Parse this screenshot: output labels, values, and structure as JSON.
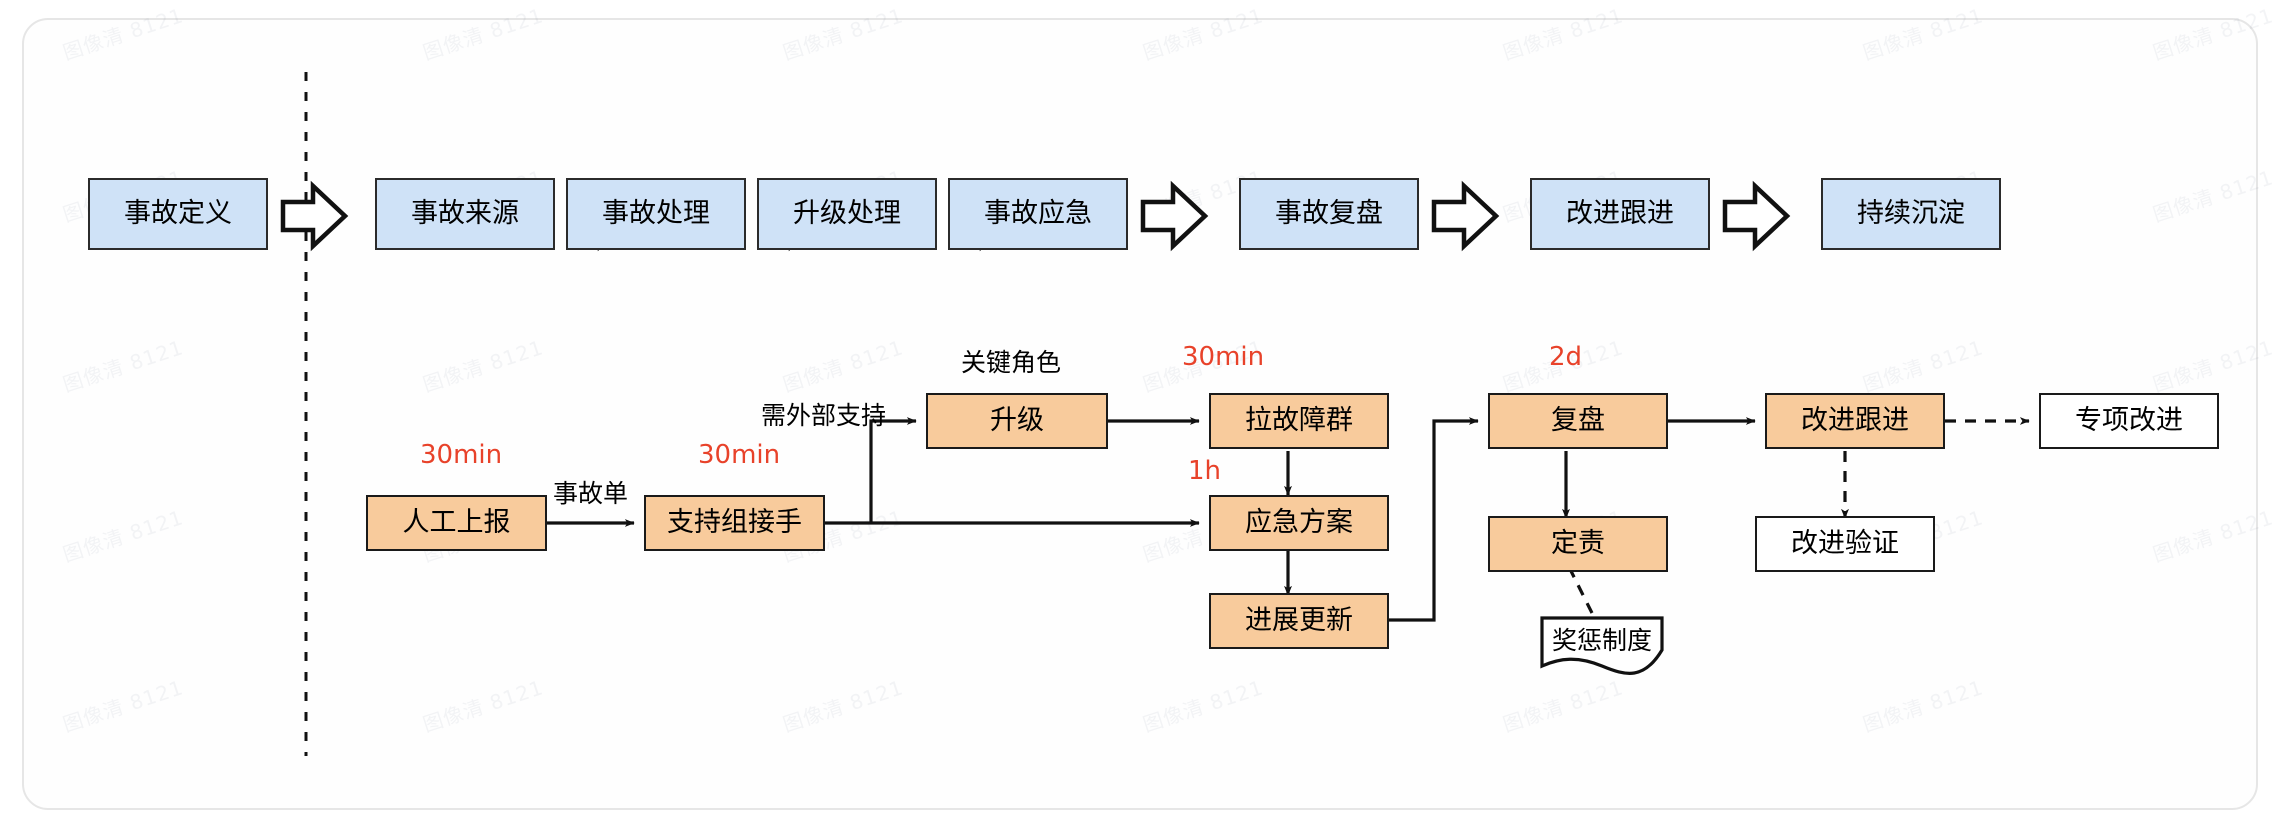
{
  "diagram": {
    "title": "",
    "colors": {
      "blue_fill": "#cfe2f7",
      "orange_fill": "#f8cb9c",
      "white_fill": "#ffffff",
      "stroke": "#1a1a1a",
      "time_label": "#e8422a",
      "card_border": "#e6e6e6"
    },
    "watermark_text": "图像清 8121"
  },
  "phase_row": {
    "name": "incident-lifecycle-phases",
    "items": [
      {
        "label": "事故定义"
      },
      {
        "label": "事故来源"
      },
      {
        "label": "事故处理"
      },
      {
        "label": "升级处理"
      },
      {
        "label": "事故应急"
      },
      {
        "label": "事故复盘"
      },
      {
        "label": "改进跟进"
      },
      {
        "label": "持续沉淀"
      }
    ]
  },
  "detail_flow": {
    "nodes": {
      "manual_report": "人工上报",
      "support_team": "支持组接手",
      "escalate": "升级",
      "war_room": "拉故障群",
      "emergency_plan": "应急方案",
      "progress_update": "进展更新",
      "review": "复盘",
      "accountability": "定责",
      "improvement_followup": "改进跟进",
      "special_improvement": "专项改进",
      "improvement_verify": "改进验证",
      "reward_policy": "奖惩制度"
    },
    "edge_labels": {
      "incident_ticket": "事故单",
      "needs_external_support": "需外部支持"
    },
    "annotations": {
      "key_role": "关键角色"
    },
    "time_labels": {
      "manual_report": "30min",
      "support_team": "30min",
      "war_room": "30min",
      "emergency_plan": "1h",
      "review": "2d"
    }
  }
}
